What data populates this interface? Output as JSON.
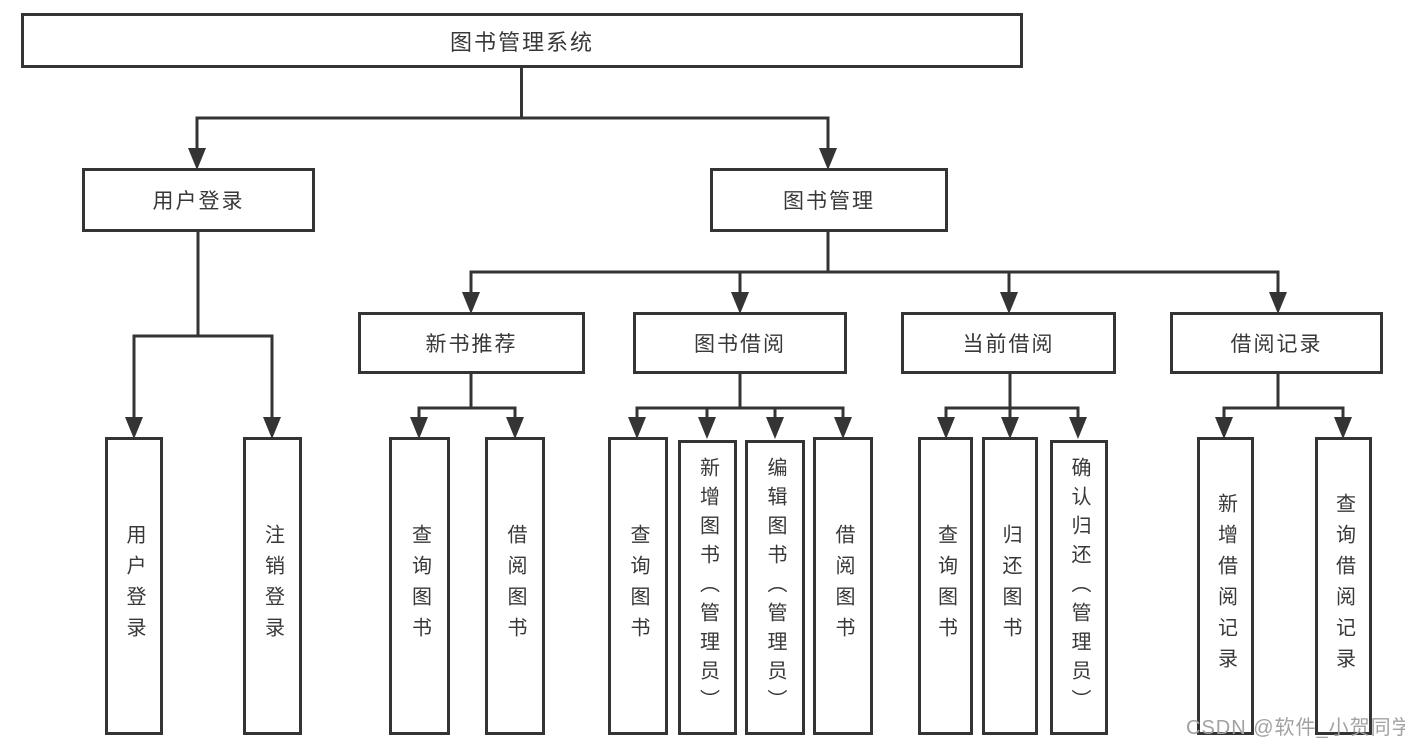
{
  "diagram": {
    "root": "图书管理系统",
    "level2": [
      "用户登录",
      "图书管理"
    ],
    "level3": [
      "新书推荐",
      "图书借阅",
      "当前借阅",
      "借阅记录"
    ],
    "leaves": {
      "user_login": [
        "用户登录",
        "注销登录"
      ],
      "new_book_recommend": [
        "查询图书",
        "借阅图书"
      ],
      "book_borrowing": [
        "查询图书",
        "新增图书（管理员）",
        "编辑图书（管理员）",
        "借阅图书"
      ],
      "current_borrowing": [
        "查询图书",
        "归还图书",
        "确认归还（管理员）"
      ],
      "borrowing_records": [
        "新增借阅记录",
        "查询借阅记录"
      ]
    }
  },
  "colors": {
    "line": "#343434",
    "text": "#383838",
    "watermark": "#a2a2a2"
  },
  "watermark": "CSDN @软件_小贺同学"
}
